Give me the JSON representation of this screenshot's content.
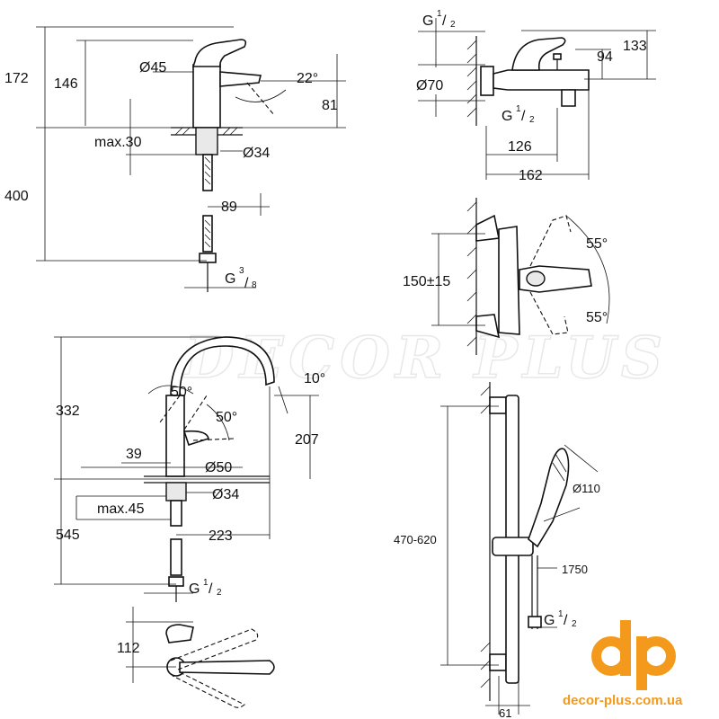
{
  "watermark": "DECOR PLUS",
  "logo": {
    "mark": "dp",
    "url": "decor-plus.com.ua",
    "color": "#f39a1c"
  },
  "basin_mixer": {
    "dims": {
      "h172": "172",
      "h146": "146",
      "d45": "Ø45",
      "a22": "22°",
      "h81": "81",
      "max30": "max.30",
      "d34": "Ø34",
      "h400": "400",
      "w89": "89",
      "g38": "G",
      "g38_frac_num": "3",
      "g38_frac_den": "8"
    }
  },
  "bath_mixer": {
    "dims": {
      "g12_top": "G",
      "g12_top_num": "1",
      "g12_top_den": "2",
      "h133": "133",
      "h94": "94",
      "d70": "Ø70",
      "g12_bot": "G",
      "g12_bot_num": "1",
      "g12_bot_den": "2",
      "w126": "126",
      "w162": "162",
      "c150": "150±15",
      "a55_top": "55°",
      "a55_bot": "55°"
    }
  },
  "sink_mixer": {
    "dims": {
      "h332": "332",
      "a50a": "50°",
      "a50b": "50°",
      "a10": "10°",
      "h207": "207",
      "w39": "39",
      "d50": "Ø50",
      "d34": "Ø34",
      "max45": "max.45",
      "h545": "545",
      "w223": "223",
      "g12": "G",
      "g12_num": "1",
      "g12_den": "2",
      "h112": "112"
    }
  },
  "shower_rail": {
    "dims": {
      "h470": "470-620",
      "d110": "Ø110",
      "l1750": "1750",
      "g12": "G",
      "g12_num": "1",
      "g12_den": "2",
      "w61": "61"
    }
  }
}
